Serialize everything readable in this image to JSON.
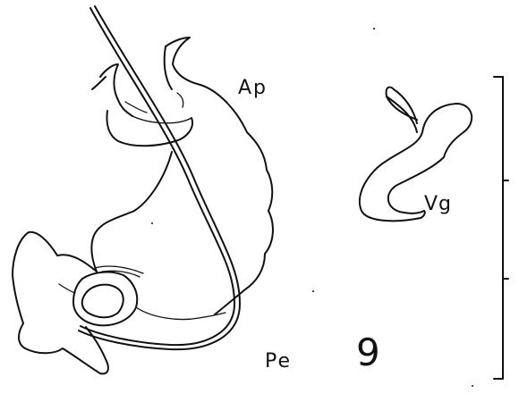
{
  "labels": {
    "appendix": "Ap",
    "vagina": "Vg",
    "penis": "Pe",
    "figure_number": "9"
  },
  "colors": {
    "ink": "#111111",
    "background": "#ffffff"
  }
}
